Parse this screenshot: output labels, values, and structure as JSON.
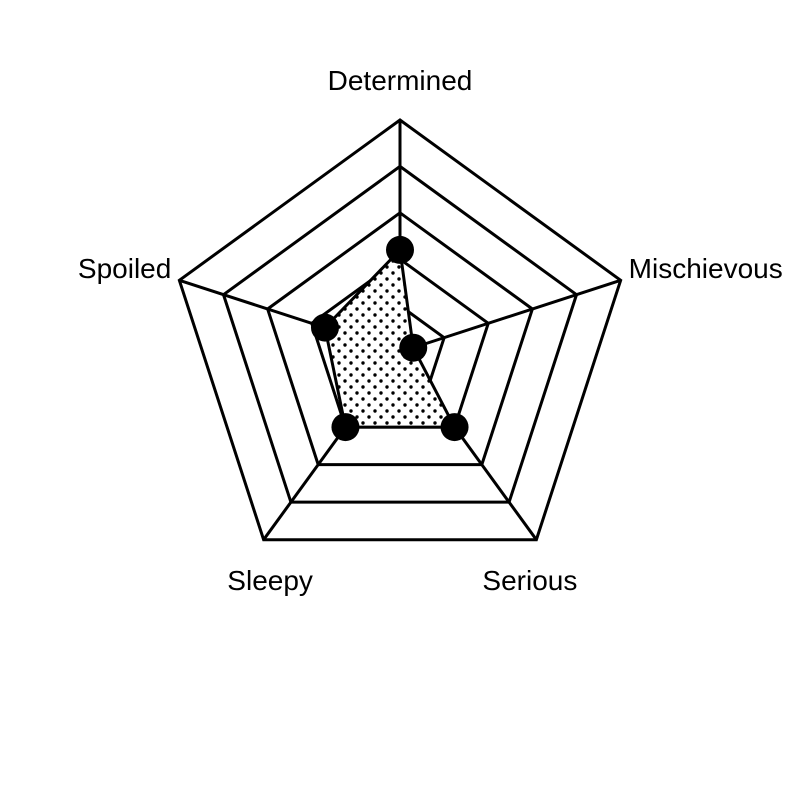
{
  "chart_data": {
    "type": "radar",
    "axes": [
      "Determined",
      "Mischievous",
      "Serious",
      "Sleepy",
      "Spoiled"
    ],
    "values": [
      2.2,
      0.3,
      2.0,
      2.0,
      1.7
    ],
    "rmax": 5,
    "ring_levels": [
      1,
      2,
      3,
      4,
      5
    ],
    "grid": true,
    "legend": "none",
    "colors": {
      "line": "#000000",
      "marker": "#000000",
      "fill_pattern": "dotted",
      "background": "#ffffff"
    }
  }
}
